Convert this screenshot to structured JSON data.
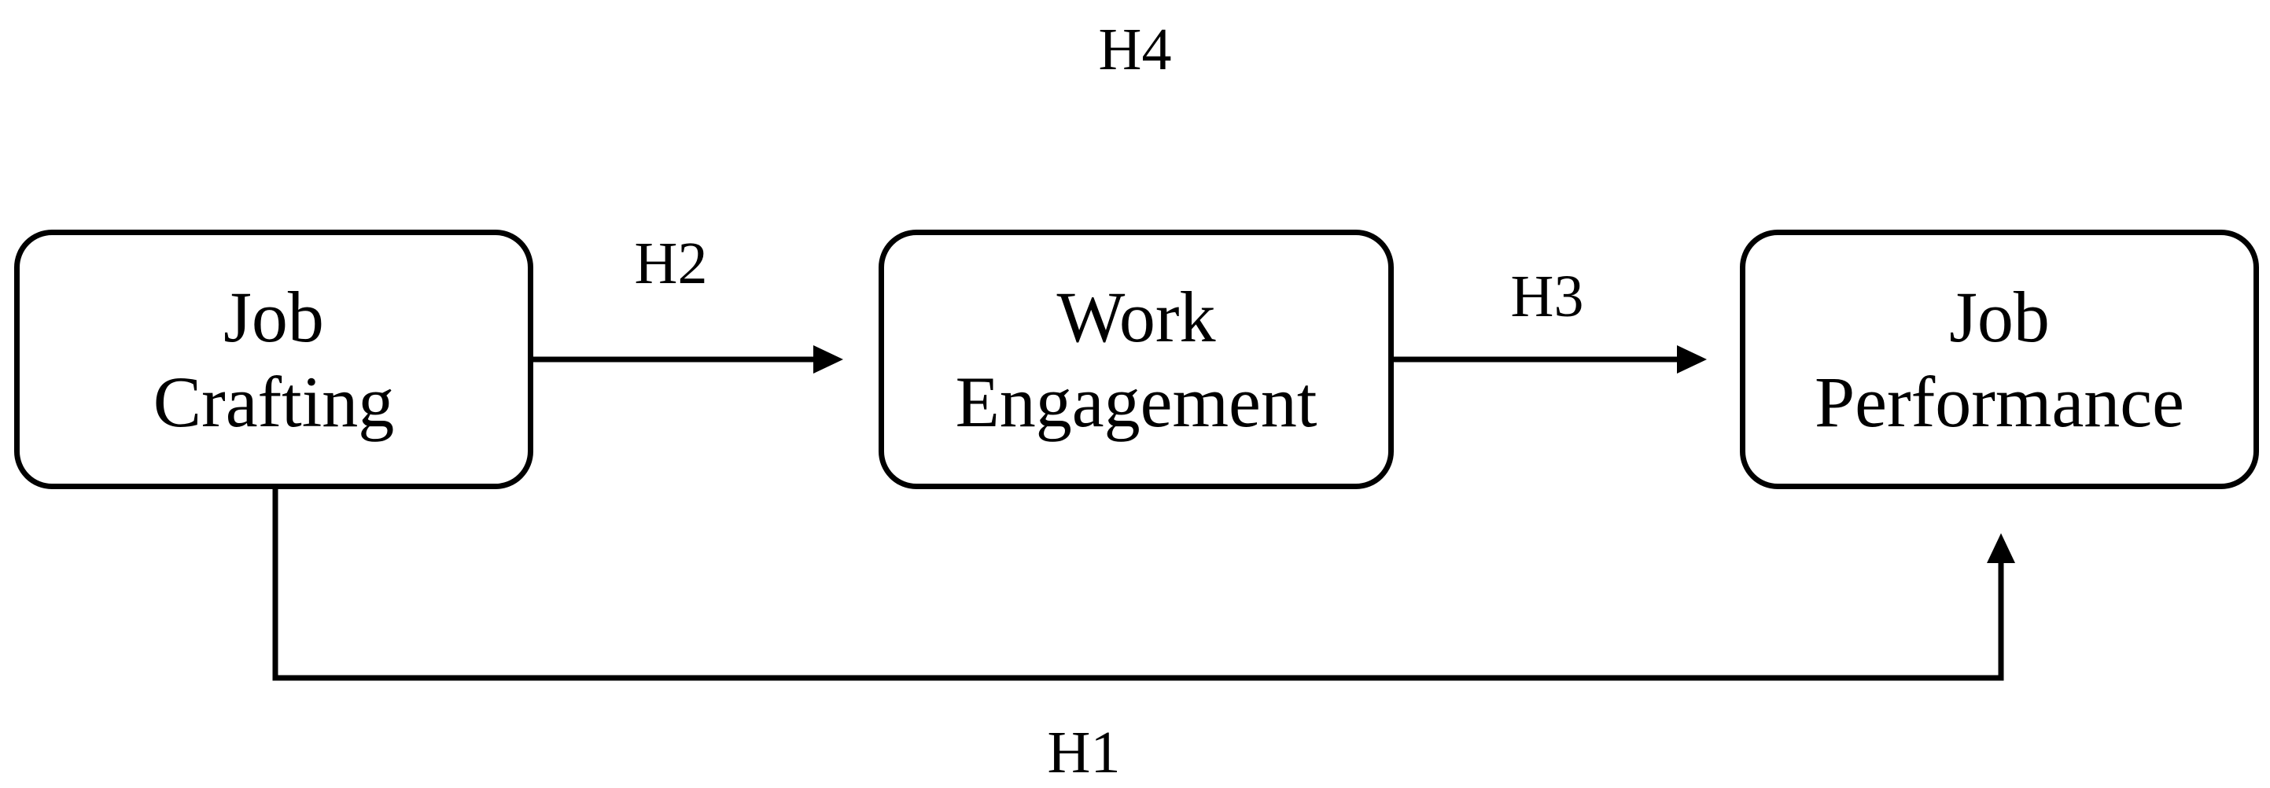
{
  "diagram": {
    "nodes": [
      {
        "id": "job_crafting",
        "lines": [
          "Job",
          "Crafting"
        ]
      },
      {
        "id": "work_engagement",
        "lines": [
          "Work",
          "Engagement"
        ]
      },
      {
        "id": "job_performance",
        "lines": [
          "Job",
          "Performance"
        ]
      }
    ],
    "edges": [
      {
        "from": "job_crafting",
        "to": "work_engagement",
        "label": "H2"
      },
      {
        "from": "work_engagement",
        "to": "job_performance",
        "label": "H3"
      },
      {
        "from": "job_crafting",
        "to": "job_performance",
        "label": "H1"
      }
    ],
    "mediation_label": "H4"
  }
}
